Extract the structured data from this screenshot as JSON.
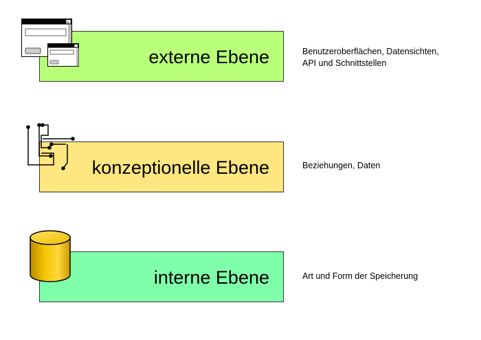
{
  "layers": {
    "external": {
      "label": "externe Ebene",
      "color": "#b8ff7a",
      "icon": "application-windows-icon",
      "description_lines": [
        "Benutzeroberflächen, Datensichten,",
        "API und Schnittstellen"
      ]
    },
    "conceptual": {
      "label": "konzeptionelle Ebene",
      "color": "#ffe680",
      "icon": "circuit-connections-icon",
      "description_lines": [
        "Beziehungen, Daten"
      ]
    },
    "internal": {
      "label": "interne Ebene",
      "color": "#80ffaa",
      "icon": "database-cylinder-icon",
      "description_lines": [
        "Art und Form der Speicherung"
      ]
    }
  }
}
